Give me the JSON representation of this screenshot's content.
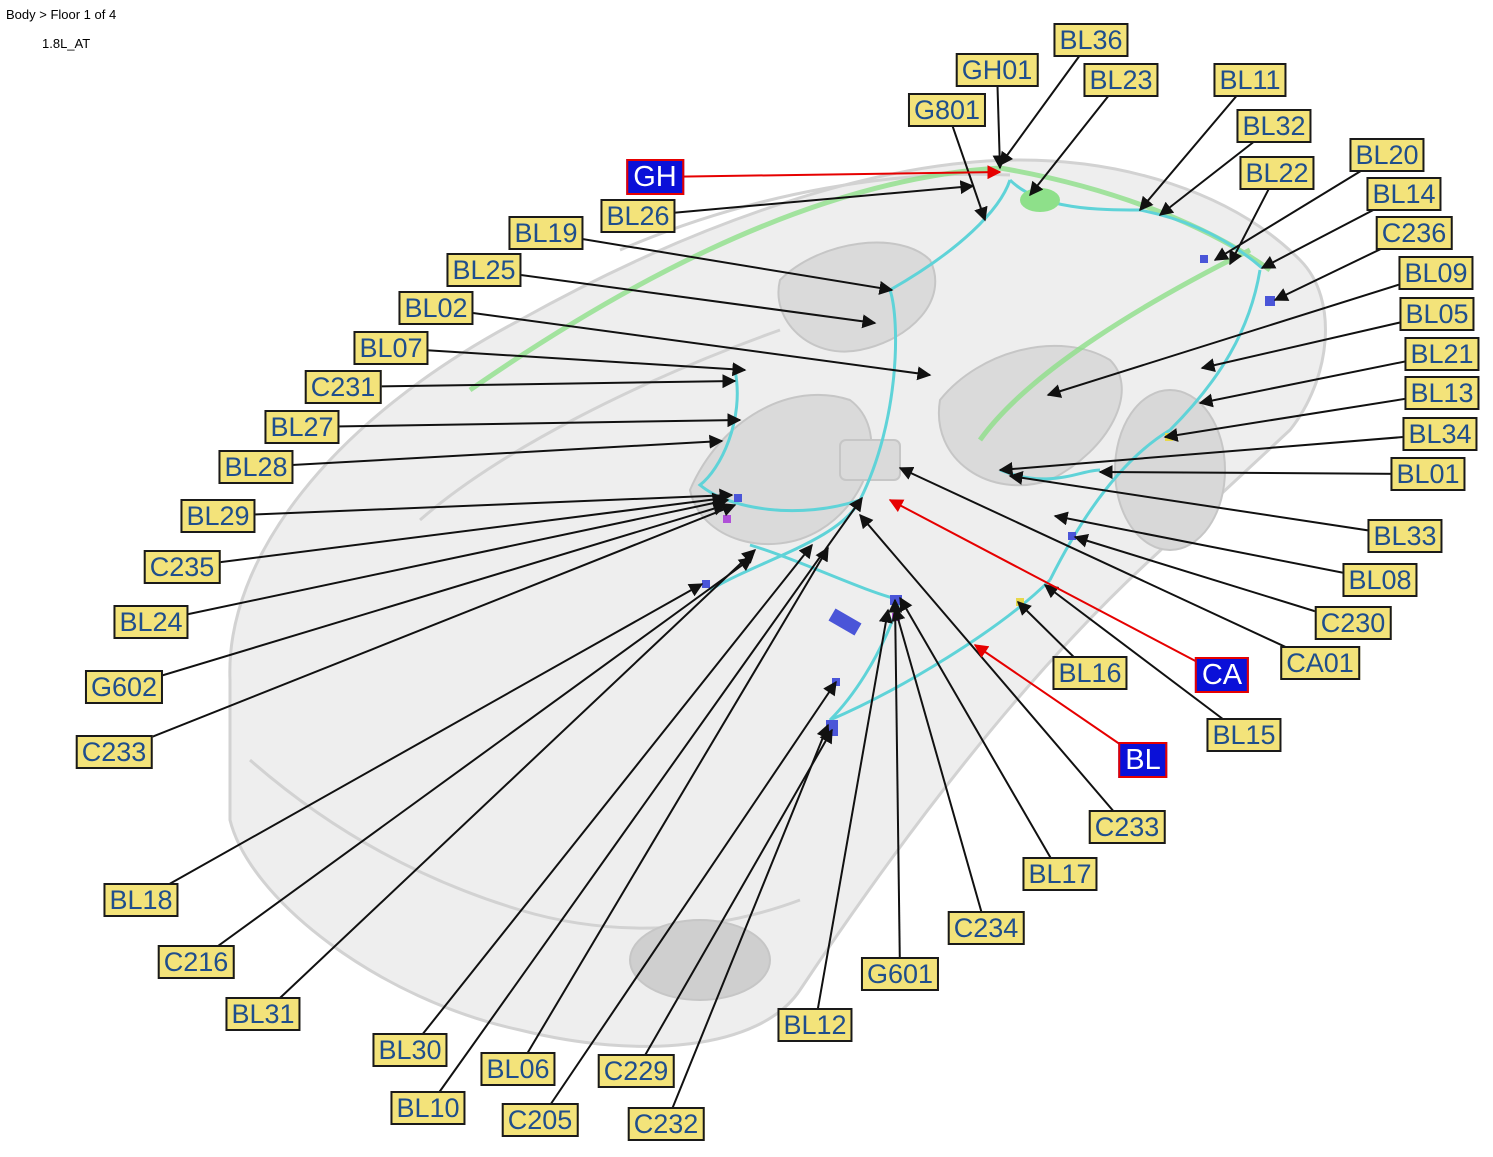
{
  "header": {
    "breadcrumb": "Body > Floor 1 of 4",
    "variant": "1.8L_AT"
  },
  "diagram": {
    "vehicle_icon": "car-wiring-harness-illustration",
    "colors": {
      "label_fill": "#f3e37a",
      "label_text": "#1f4e8c",
      "group_fill": "#0a10d8",
      "group_border": "#e60000",
      "leader": "#111111",
      "group_leader": "#e60000",
      "harness": "#5fd3d8",
      "body_harness": "#8ee08a"
    },
    "connectors": [
      "BL36",
      "GH01",
      "BL23",
      "G801",
      "BL11",
      "BL32",
      "BL20",
      "BL22",
      "BL14",
      "C236",
      "BL09",
      "BL05",
      "BL21",
      "BL13",
      "BL34",
      "BL01",
      "BL33",
      "BL08",
      "C230",
      "CA01",
      "BL15",
      "BL16",
      "C233",
      "BL17",
      "C234",
      "G601",
      "BL12",
      "C232",
      "C229",
      "C205",
      "BL06",
      "BL10",
      "BL30",
      "BL31",
      "C216",
      "BL18",
      "C233",
      "G602",
      "BL24",
      "C235",
      "BL29",
      "BL28",
      "BL27",
      "C231",
      "BL07",
      "BL02",
      "BL25",
      "BL19",
      "BL26"
    ],
    "groups": [
      "GH",
      "CA",
      "BL"
    ]
  }
}
